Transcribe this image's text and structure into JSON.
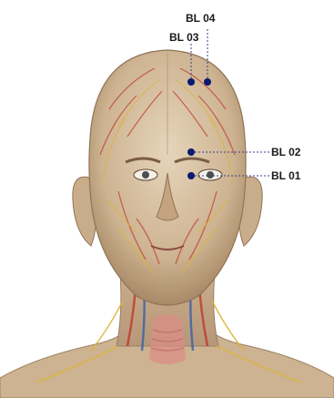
{
  "points": [
    {
      "id": "bl01",
      "label": "BL 01"
    },
    {
      "id": "bl02",
      "label": "BL 02"
    },
    {
      "id": "bl03",
      "label": "BL 03"
    },
    {
      "id": "bl04",
      "label": "BL 04"
    }
  ],
  "colors": {
    "marker": "#0b1a6e",
    "skin": "#d9c4a6",
    "skin_shadow": "#b89c7c",
    "vessel_red": "#c0392b",
    "nerve_yellow": "#d9b53a",
    "leader_line": "#3a3f88"
  }
}
